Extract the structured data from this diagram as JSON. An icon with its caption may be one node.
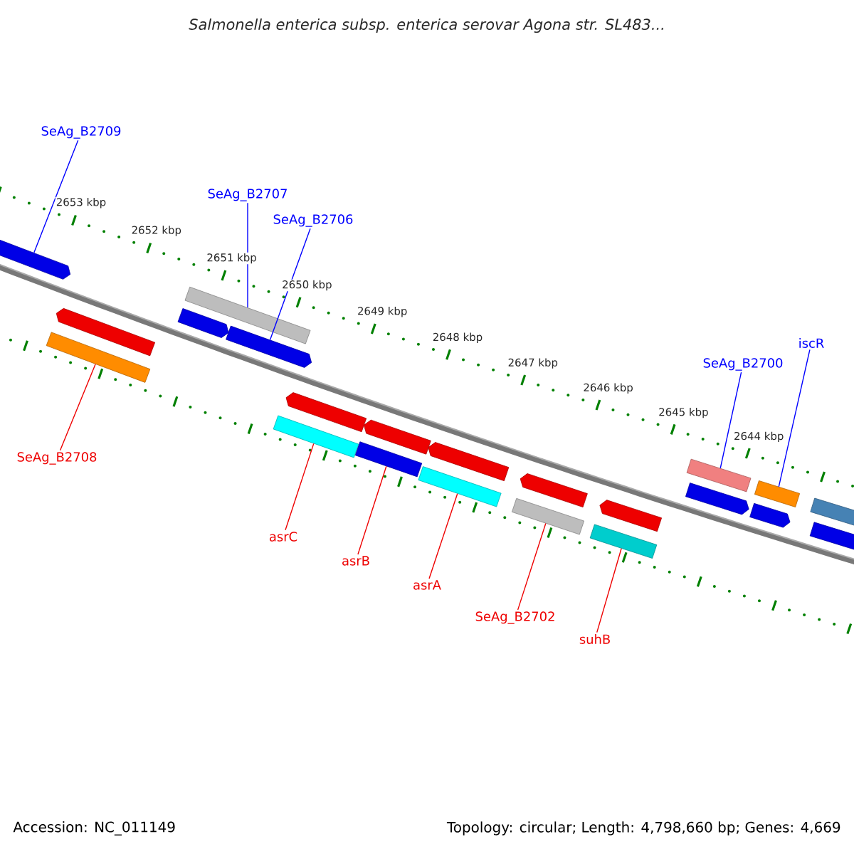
{
  "diagram": {
    "title": "Salmonella enterica subsp. enterica serovar Agona str. SL483...",
    "nodes": [
      {
        "text": [
          "SeAg_B2709"
        ]
      },
      {
        "text": [
          "SeAg_B2707"
        ]
      },
      {
        "text": [
          "SeAg_B2706"
        ]
      },
      {
        "text": [
          "SeAg_B2700"
        ]
      },
      {
        "text": [
          "iscR"
        ]
      },
      {
        "text": [
          "SeAg_B2708"
        ]
      },
      {
        "text": [
          "asrC"
        ]
      },
      {
        "text": [
          "asrB"
        ]
      },
      {
        "text": [
          "asrA"
        ]
      },
      {
        "text": [
          "SeAg_B2702"
        ]
      },
      {
        "text": [
          "suhB"
        ]
      },
      {
        "text": [],
        "shape": "pentagon"
      },
      {
        "text": [],
        "shape": "bar"
      },
      {
        "text": [],
        "shape": "pentagon"
      },
      {
        "text": [],
        "shape": "pentagon"
      },
      {
        "text": [],
        "shape": "pentagon"
      },
      {
        "text": [],
        "shape": "bar"
      },
      {
        "text": [],
        "shape": "pentagon"
      },
      {
        "text": [],
        "shape": "bar"
      },
      {
        "text": [],
        "shape": "pentagon"
      },
      {
        "text": [],
        "shape": "bar"
      },
      {
        "text": [],
        "shape": "bar"
      },
      {
        "text": [],
        "shape": "pentagon"
      },
      {
        "text": [],
        "shape": "pentagon"
      },
      {
        "text": [],
        "shape": "bar"
      },
      {
        "text": [],
        "shape": "pentagon"
      },
      {
        "text": [],
        "shape": "bar"
      },
      {
        "text": [],
        "shape": "bar"
      },
      {
        "text": [],
        "shape": "pentagon"
      },
      {
        "text": [],
        "shape": "bar"
      },
      {
        "text": [],
        "shape": "pentagon"
      },
      {
        "text": [],
        "shape": "bar"
      },
      {
        "text": [],
        "shape": "pentagon"
      }
    ],
    "edges": [
      {
        "from": 0,
        "to": 11,
        "arrow": "none",
        "color": "#0000ff"
      },
      {
        "from": 1,
        "to": 12,
        "arrow": "none",
        "color": "#0000ff"
      },
      {
        "from": 2,
        "to": 14,
        "arrow": "none",
        "color": "#0000ff"
      },
      {
        "from": 3,
        "to": 27,
        "arrow": "none",
        "color": "#0000ff"
      },
      {
        "from": 4,
        "to": 29,
        "arrow": "none",
        "color": "#0000ff"
      },
      {
        "from": 5,
        "to": 16,
        "arrow": "none"
      },
      {
        "from": 6,
        "to": 18,
        "arrow": "none"
      },
      {
        "from": 7,
        "to": 20,
        "arrow": "none"
      },
      {
        "from": 8,
        "to": 21,
        "arrow": "none"
      },
      {
        "from": 9,
        "to": 24,
        "arrow": "none"
      },
      {
        "from": 10,
        "to": 26,
        "arrow": "none"
      }
    ],
    "labels": [
      "2653 kbp",
      "2652 kbp",
      "2651 kbp",
      "2650 kbp",
      "2649 kbp",
      "2648 kbp",
      "2647 kbp",
      "2646 kbp",
      "2645 kbp",
      "2644 kbp",
      "Accession: NC_011149",
      "Topology: circular; Length: 4,798,660 bp; Genes: 4,669"
    ]
  }
}
